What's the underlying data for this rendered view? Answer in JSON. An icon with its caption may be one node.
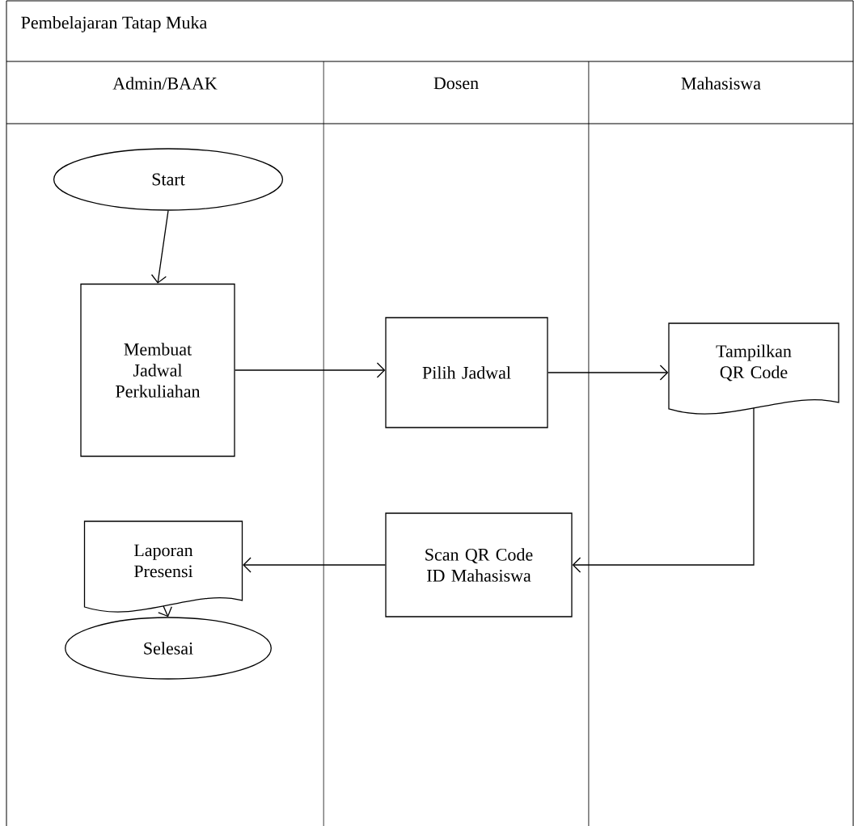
{
  "diagram": {
    "title": "Pembelajaran Tatap Muka",
    "nodes": [
      {
        "text": [
          "Start"
        ]
      },
      {
        "text": [
          "Membuat Jadwal Perkuliahan"
        ]
      },
      {
        "text": [
          "Pilih Jadwal"
        ]
      },
      {
        "text": [
          "Tampilkan QR Code"
        ]
      },
      {
        "text": [
          "Scan QR Code ID Mahasiswa"
        ]
      },
      {
        "text": [
          "Laporan Presensi"
        ]
      },
      {
        "text": [
          "Selesai"
        ]
      }
    ],
    "edges": [
      {
        "from": 0,
        "to": 1,
        "arrow": "to"
      },
      {
        "from": 1,
        "to": 2,
        "arrow": "to"
      },
      {
        "from": 2,
        "to": 3,
        "arrow": "to"
      },
      {
        "from": 3,
        "to": 4,
        "arrow": "to"
      },
      {
        "from": 4,
        "to": 5,
        "arrow": "to"
      },
      {
        "from": 5,
        "to": 6,
        "arrow": "to"
      }
    ],
    "labels": [
      "Admin/BAAK",
      "Dosen",
      "Mahasiswa"
    ]
  }
}
